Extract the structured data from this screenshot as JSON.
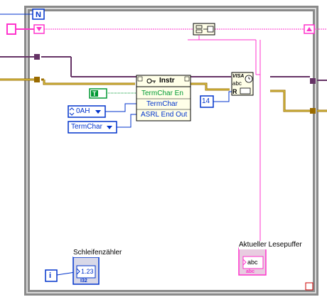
{
  "loop": {
    "count_terminal": "N",
    "iteration_terminal": "i"
  },
  "property_node": {
    "reference": "Instr",
    "properties": [
      "TermChar En",
      "TermChar",
      "ASRL End Out"
    ]
  },
  "inputs": {
    "boolean_constant": "T",
    "termchar_constant": "0AH",
    "ring_constant": "TermChar",
    "byte_count": "14"
  },
  "visa_read": {
    "header": "VISA",
    "sub": "abc",
    "mode": "R"
  },
  "indicators": {
    "loop_counter_label": "Schleifenzähler",
    "loop_counter_type": "1.23",
    "loop_counter_rep": "I32",
    "buffer_label": "Aktueller Lesepuffer",
    "buffer_type": "abc",
    "buffer_rep": "abc"
  },
  "colors": {
    "background": "#ffffff",
    "loop_border": "#888888",
    "integer_wire": "#0033cc",
    "string_wire": "#ff33cc",
    "boolean_wire": "#009933",
    "cluster_wire": "#9a6b00",
    "refnum_wire": "#663366"
  }
}
